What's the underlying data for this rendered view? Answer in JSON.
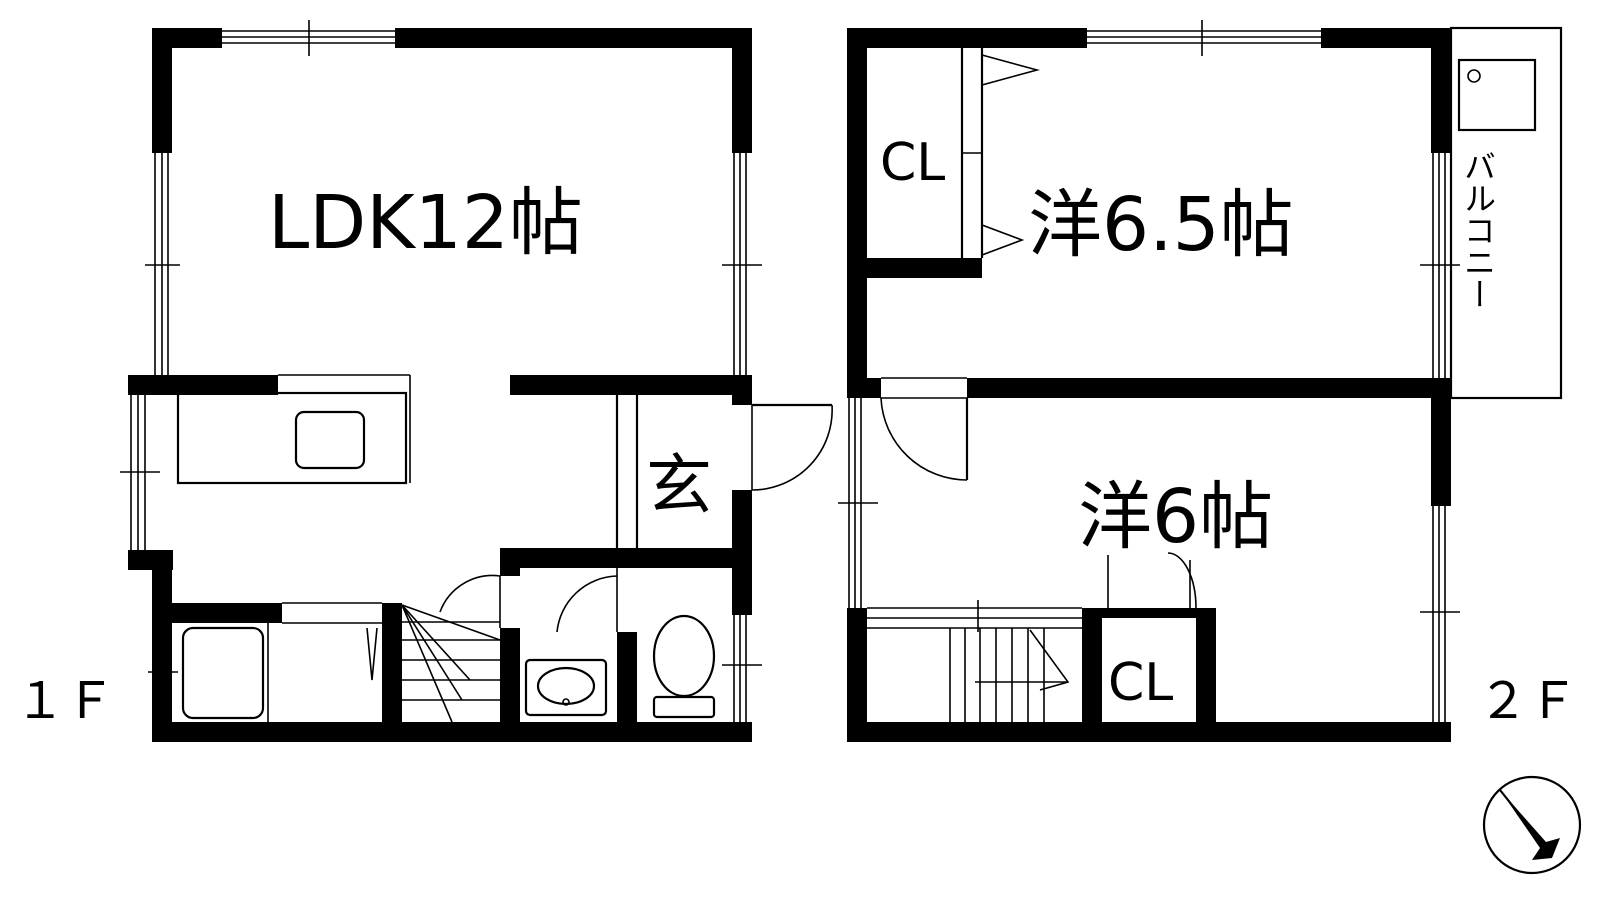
{
  "floor_1": {
    "label": "１Ｆ",
    "rooms": {
      "ldk": "LDK12帖",
      "entrance": "玄"
    }
  },
  "floor_2": {
    "label": "２Ｆ",
    "rooms": {
      "western_a": "洋6.5帖",
      "western_b": "洋6帖",
      "closet_a": "CL",
      "closet_b": "CL",
      "balcony": "バルコニー"
    }
  },
  "compass": {
    "icon": "north-arrow-icon",
    "direction": "SE"
  }
}
